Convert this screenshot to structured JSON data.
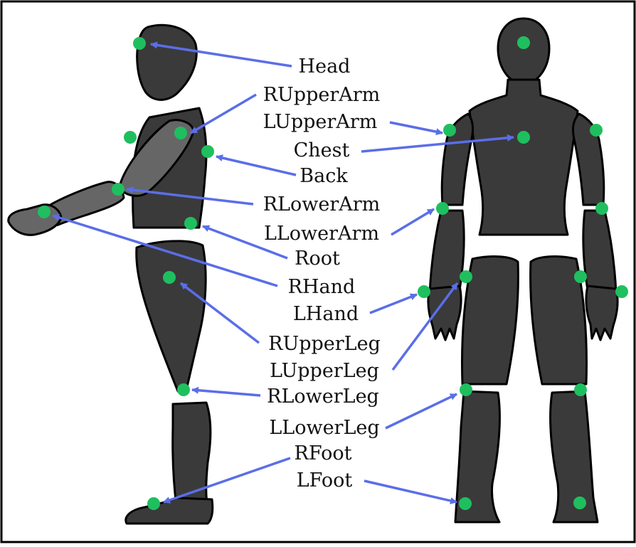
{
  "colors": {
    "body": "#3a3a3a",
    "limb_highlight": "#666666",
    "outline": "#000000",
    "joint": "#1fbf5f",
    "arrow": "#5a6ee8",
    "frame": "#000000"
  },
  "labels": {
    "head": "Head",
    "rupperarm": "RUpperArm",
    "lupperarm": "LUpperArm",
    "chest": "Chest",
    "back": "Back",
    "rlowerarm": "RLowerArm",
    "llowerarm": "LLowerArm",
    "root": "Root",
    "rhand": "RHand",
    "lhand": "LHand",
    "rupperleg": "RUpperLeg",
    "lupperleg": "LUpperLeg",
    "rlowerleg": "RLowerLeg",
    "llowerleg": "LLowerLeg",
    "rfoot": "RFoot",
    "lfoot": "LFoot"
  }
}
